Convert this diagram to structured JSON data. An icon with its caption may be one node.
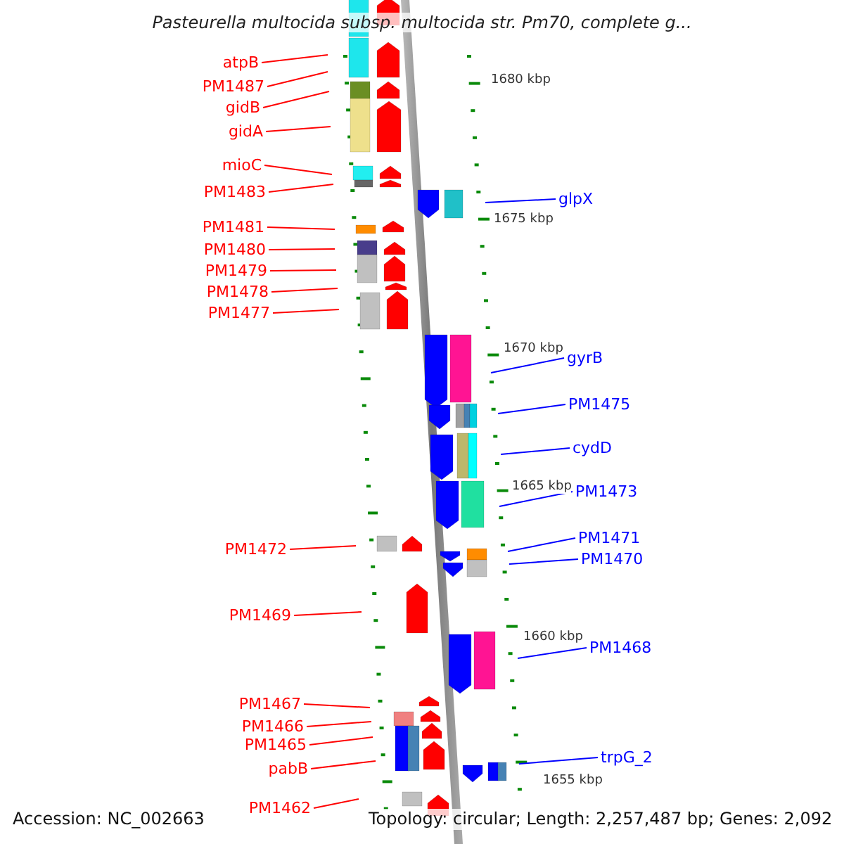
{
  "diagram": {
    "title": "Pasteurella multocida subsp. multocida str. Pm70, complete g...",
    "nodes": [
      {
        "text": [
          "atpB"
        ]
      },
      {
        "text": [
          "PM1487"
        ]
      },
      {
        "text": [
          "gidB"
        ]
      },
      {
        "text": [
          "gidA"
        ]
      },
      {
        "text": [
          "mioC"
        ]
      },
      {
        "text": [
          "PM1483"
        ]
      },
      {
        "text": [
          "PM1481"
        ]
      },
      {
        "text": [
          "PM1480"
        ]
      },
      {
        "text": [
          "PM1479"
        ]
      },
      {
        "text": [
          "PM1478"
        ]
      },
      {
        "text": [
          "PM1477"
        ]
      },
      {
        "text": [
          "PM1472"
        ]
      },
      {
        "text": [
          "PM1469"
        ]
      },
      {
        "text": [
          "PM1467"
        ]
      },
      {
        "text": [
          "PM1466"
        ]
      },
      {
        "text": [
          "PM1465"
        ]
      },
      {
        "text": [
          "pabB"
        ]
      },
      {
        "text": [
          "PM1462"
        ]
      },
      {
        "text": [
          "glpX"
        ]
      },
      {
        "text": [
          "gyrB"
        ]
      },
      {
        "text": [
          "PM1475"
        ]
      },
      {
        "text": [
          "cydD"
        ]
      },
      {
        "text": [
          "PM1473"
        ]
      },
      {
        "text": [
          "PM1471"
        ]
      },
      {
        "text": [
          "PM1470"
        ]
      },
      {
        "text": [
          "PM1468"
        ]
      },
      {
        "text": [
          "trpG_2"
        ]
      }
    ],
    "edges": [
      {
        "from": 0,
        "to": null,
        "arrow": "none"
      },
      {
        "from": 1,
        "to": null,
        "arrow": "none"
      },
      {
        "from": 2,
        "to": null,
        "arrow": "none"
      },
      {
        "from": 3,
        "to": null,
        "arrow": "none"
      },
      {
        "from": 4,
        "to": null,
        "arrow": "none"
      },
      {
        "from": 5,
        "to": null,
        "arrow": "none"
      },
      {
        "from": 6,
        "to": null,
        "arrow": "none"
      },
      {
        "from": 7,
        "to": null,
        "arrow": "none"
      },
      {
        "from": 8,
        "to": null,
        "arrow": "none"
      },
      {
        "from": 9,
        "to": null,
        "arrow": "none"
      },
      {
        "from": 10,
        "to": null,
        "arrow": "none"
      },
      {
        "from": 11,
        "to": null,
        "arrow": "none"
      },
      {
        "from": 12,
        "to": null,
        "arrow": "none"
      },
      {
        "from": 13,
        "to": null,
        "arrow": "none"
      },
      {
        "from": 14,
        "to": null,
        "arrow": "none"
      },
      {
        "from": 15,
        "to": null,
        "arrow": "none"
      },
      {
        "from": 16,
        "to": null,
        "arrow": "none"
      },
      {
        "from": 17,
        "to": null,
        "arrow": "none"
      },
      {
        "from": 18,
        "to": null,
        "arrow": "none",
        "color": "#0000ff"
      },
      {
        "from": 19,
        "to": null,
        "arrow": "none",
        "color": "#0000ff"
      },
      {
        "from": 20,
        "to": null,
        "arrow": "none",
        "color": "#0000ff"
      },
      {
        "from": 21,
        "to": null,
        "arrow": "none",
        "color": "#0000ff"
      },
      {
        "from": 22,
        "to": null,
        "arrow": "none",
        "color": "#0000ff"
      },
      {
        "from": 23,
        "to": null,
        "arrow": "none",
        "color": "#0000ff"
      },
      {
        "from": 24,
        "to": null,
        "arrow": "none",
        "color": "#0000ff"
      },
      {
        "from": 25,
        "to": null,
        "arrow": "none",
        "color": "#0000ff"
      },
      {
        "from": 26,
        "to": null,
        "arrow": "none",
        "color": "#0000ff"
      }
    ],
    "labels": [
      "1680 kbp",
      "1675 kbp",
      "1670 kbp",
      "1665 kbp",
      "1660 kbp",
      "1655 kbp",
      "Accession: NC_002663",
      "Topology: circular; Length: 2,257,487 bp; Genes: 2,092"
    ]
  }
}
